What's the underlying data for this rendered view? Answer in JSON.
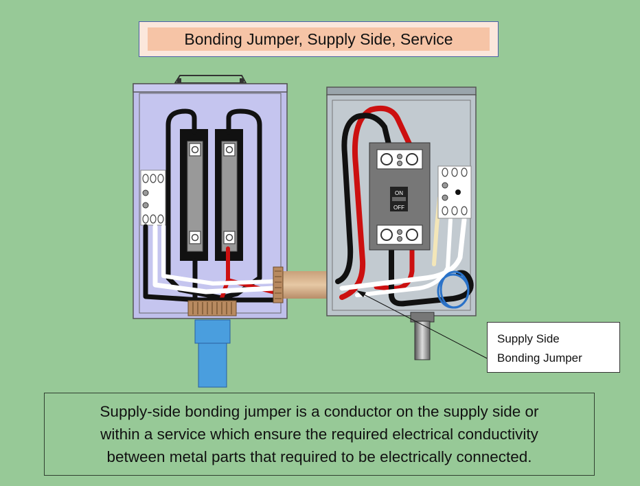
{
  "title": "Bonding Jumper, Supply Side, Service",
  "callout": {
    "line1": "Supply Side",
    "line2": "Bonding Jumper"
  },
  "description": {
    "line1": "Supply-side bonding jumper is a conductor on the supply side or",
    "line2": "within a service which ensure the required electrical conductivity",
    "line3": "between metal parts that required to be electrically connected."
  },
  "breaker": {
    "on_label": "ON",
    "off_label": "OFF"
  },
  "colors": {
    "background": "#97c997",
    "meter_box": "#bfbfeb",
    "disconnect_box": "#bcc5cc",
    "hot_wire_black": "#111111",
    "hot_wire_red": "#cc1010",
    "neutral_wire": "#ffffff",
    "ground_wire": "#f3e6b8",
    "bonding_jumper": "#2a72c8",
    "conduit": "#4a9ede"
  }
}
